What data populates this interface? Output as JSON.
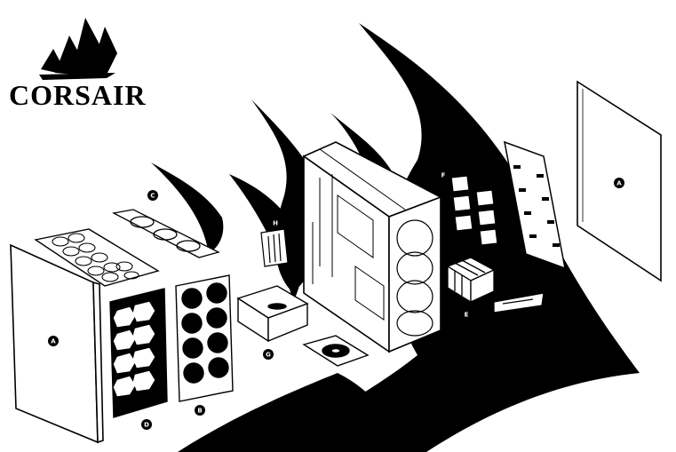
{
  "brand": {
    "name": "CORSAIR"
  },
  "colors": {
    "ink": "#000000",
    "paper": "#ffffff"
  },
  "callouts": [
    {
      "id": "A-left",
      "letter": "A",
      "part": "left side panel"
    },
    {
      "id": "A-right",
      "letter": "A",
      "part": "right side panel"
    },
    {
      "id": "B",
      "letter": "B",
      "part": "front fan bracket with eight fans"
    },
    {
      "id": "C",
      "letter": "C",
      "part": "top fan bracket"
    },
    {
      "id": "D",
      "letter": "D",
      "part": "front mesh panel"
    },
    {
      "id": "E",
      "letter": "E",
      "part": "drive cage"
    },
    {
      "id": "F",
      "letter": "F",
      "part": "SSD trays"
    },
    {
      "id": "G",
      "letter": "G",
      "part": "power supply"
    },
    {
      "id": "H",
      "letter": "H",
      "part": "expansion slot covers"
    }
  ]
}
